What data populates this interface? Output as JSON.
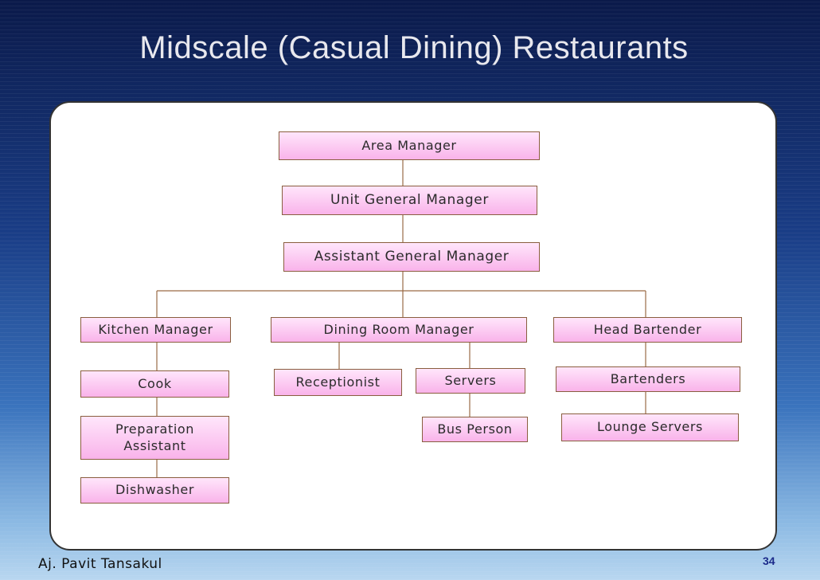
{
  "slide": {
    "title": "Midscale (Casual Dining) Restaurants",
    "author": "Aj. Pavit Tansakul",
    "page_number": "34"
  },
  "org_chart": {
    "area_manager": "Area Manager",
    "unit_general_manager": "Unit General Manager",
    "assistant_general_manager": "Assistant General Manager",
    "kitchen_manager": "Kitchen Manager",
    "dining_room_manager": "Dining Room Manager",
    "head_bartender": "Head Bartender",
    "cook": "Cook",
    "preparation_assistant_line1": "Preparation",
    "preparation_assistant_line2": "Assistant",
    "dishwasher": "Dishwasher",
    "receptionist": "Receptionist",
    "servers": "Servers",
    "bus_person": "Bus Person",
    "bartenders": "Bartenders",
    "lounge_servers": "Lounge Servers"
  }
}
